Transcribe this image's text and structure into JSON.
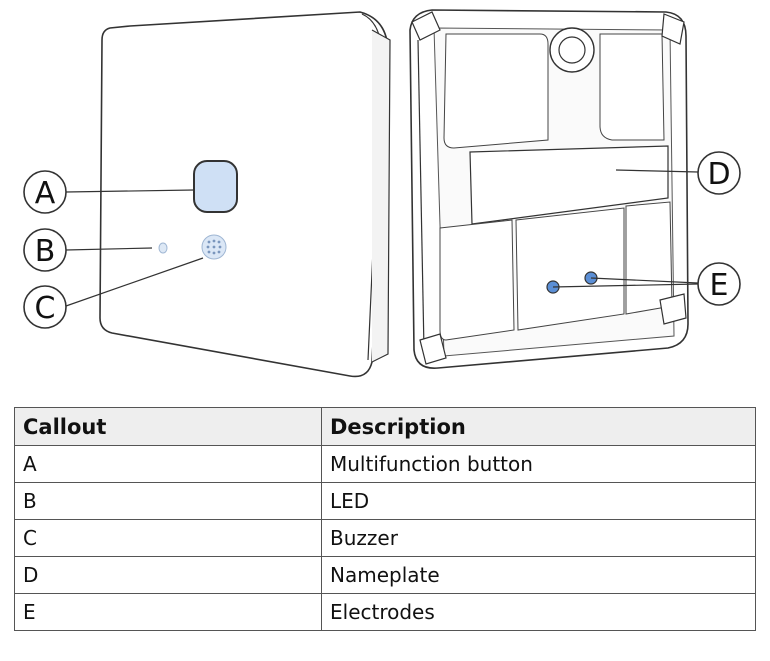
{
  "callouts": [
    {
      "id": "A",
      "label": "A"
    },
    {
      "id": "B",
      "label": "B"
    },
    {
      "id": "C",
      "label": "C"
    },
    {
      "id": "D",
      "label": "D"
    },
    {
      "id": "E",
      "label": "E"
    }
  ],
  "table": {
    "headers": [
      "Callout",
      "Description"
    ],
    "rows": [
      [
        "A",
        "Multifunction button"
      ],
      [
        "B",
        "LED"
      ],
      [
        "C",
        "Buzzer"
      ],
      [
        "D",
        "Nameplate"
      ],
      [
        "E",
        "Electrodes"
      ]
    ]
  },
  "colors": {
    "button": "#cfe0f5",
    "led": "#dde8f5",
    "electrode": "#5b8fd6",
    "outline": "#333333"
  }
}
